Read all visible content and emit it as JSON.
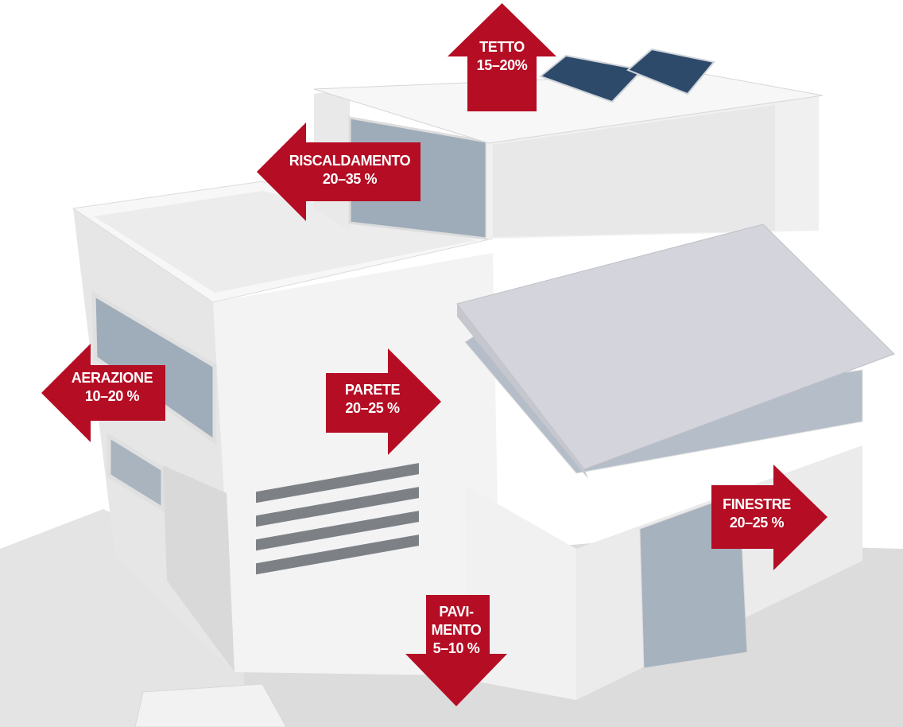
{
  "colors": {
    "arrow": "#b50d24",
    "text": "#ffffff",
    "building": "#efeff0",
    "glass": "#a9b4bf",
    "ground": "#e3e3e4",
    "solar_panel": "#2d4a6a"
  },
  "arrows": {
    "tetto": {
      "name": "TETTO",
      "value": "15–20%",
      "direction": "up"
    },
    "riscaldamento": {
      "name": "RISCALDAMENTO",
      "value": "20–35 %",
      "direction": "left"
    },
    "aerazione": {
      "name": "AERAZIONE",
      "value": "10–20 %",
      "direction": "left"
    },
    "parete": {
      "name": "PARETE",
      "value": "20–25 %",
      "direction": "right"
    },
    "finestre": {
      "name": "FINESTRE",
      "value": "20–25 %",
      "direction": "right"
    },
    "pavimento": {
      "name_line1": "PAVI-",
      "name_line2": "MENTO",
      "value": "5–10 %",
      "direction": "down"
    }
  }
}
